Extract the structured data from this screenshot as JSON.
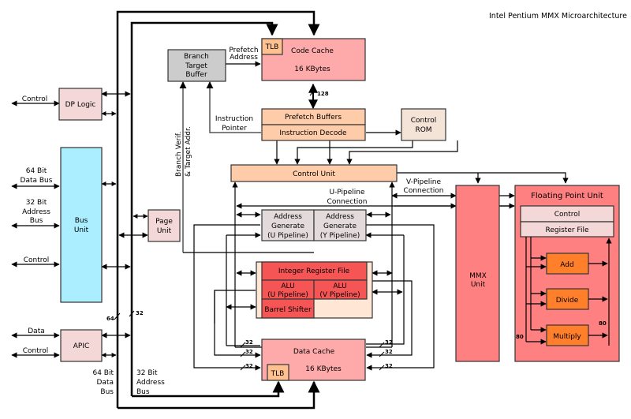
{
  "title": "Intel Pentium MMX Microarchitecture",
  "colors": {
    "dp_logic": "#f4d7d7",
    "bus_unit": "#aaeeff",
    "page_unit": "#f4d7d7",
    "apic": "#f4d7d7",
    "btb": "#cccccc",
    "code_cache": "#ffaaaa",
    "tlb": "#ffc18f",
    "prefetch": "#ffccaa",
    "control_rom": "#f4e3d7",
    "control_unit": "#ffccaa",
    "addr_gen": "#e3dbdb",
    "int_reg": "#f55555",
    "int_side": "#ffe6d5",
    "data_cache": "#ffaaaa",
    "mmx": "#ff8080",
    "fpu": "#ff8080",
    "fpu_inner": "#f4d7d7",
    "fpu_op": "#ff7f2a"
  },
  "blocks": {
    "dp_logic": "DP Logic",
    "bus_unit": [
      "Bus",
      "Unit"
    ],
    "page_unit": [
      "Page",
      "Unit"
    ],
    "apic": "APIC",
    "btb": [
      "Branch",
      "Target",
      "Buffer"
    ],
    "code_cache": {
      "name": "Code Cache",
      "size": "16 KBytes",
      "tlb": "TLB"
    },
    "prefetch_buffers": "Prefetch Buffers",
    "instruction_decode": "Instruction Decode",
    "control_rom": [
      "Control",
      "ROM"
    ],
    "control_unit": "Control Unit",
    "addr_gen_u": [
      "Address",
      "Generate",
      "(U Pipeline)"
    ],
    "addr_gen_v": [
      "Address",
      "Generate",
      "(Y Pipeline)"
    ],
    "int_reg_file": "Integer Register File",
    "alu_u": [
      "ALU",
      "(U Pipeline)"
    ],
    "alu_v": [
      "ALU",
      "(V Pipeline)"
    ],
    "barrel_shifter": "Barrel Shifter",
    "data_cache": {
      "name": "Data Cache",
      "size": "16 KBytes",
      "tlb": "TLB"
    },
    "mmx_unit": [
      "MMX",
      "Unit"
    ],
    "fpu": {
      "name": "Floating Point Unit",
      "control": "Control",
      "register_file": "Register File",
      "add": "Add",
      "divide": "Divide",
      "multiply": "Multiply"
    }
  },
  "labels": {
    "control_dp": "Control",
    "data_bus_64": [
      "64 Bit",
      "Data Bus"
    ],
    "addr_bus_32": [
      "32 Bit",
      "Address",
      "Bus"
    ],
    "control_bus": "Control",
    "apic_data": "Data",
    "apic_control": "Control",
    "bottom_data_bus": [
      "64 Bit",
      "Data",
      "Bus"
    ],
    "bottom_addr_bus": [
      "32 Bit",
      "Address",
      "Bus"
    ],
    "prefetch_address": [
      "Prefetch",
      "Address"
    ],
    "instruction_pointer": [
      "Instruction",
      "Pointer"
    ],
    "branch_verif": [
      "Branch  Verif.",
      "& Target Addr."
    ],
    "u_pipeline": [
      "U-Pipeline",
      "Connection"
    ],
    "v_pipeline": [
      "V-Pipeline",
      "Connection"
    ],
    "width_128": "128",
    "width_64": "64",
    "width_32": "32",
    "width_80": "80"
  }
}
